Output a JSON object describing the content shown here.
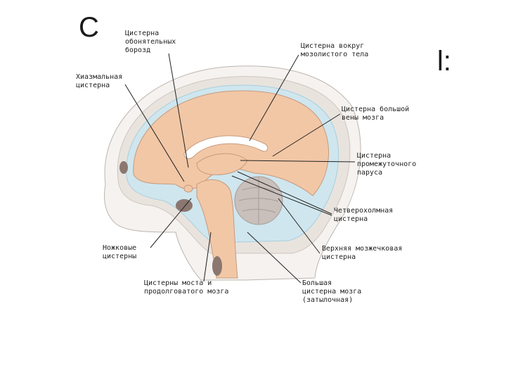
{
  "slide": {
    "title_fragment_left": "С",
    "title_fragment_right": "l:"
  },
  "labels": {
    "olfactory": [
      "Цистерна",
      "обонятельных",
      "борозд"
    ],
    "corpus_callosum": [
      "Цистерна вокруг",
      "мозолистого тела"
    ],
    "chiasmatic": [
      "Хиазмальная",
      "цистерна"
    ],
    "great_vein": [
      "Цистерна большой",
      "вены мозга"
    ],
    "velum": [
      "Цистерна",
      "промежуточного",
      "паруса"
    ],
    "quadrigeminal": [
      "Четверохолмная",
      "цистерна"
    ],
    "peduncular": [
      "Ножковые",
      "цистерны"
    ],
    "superior_cerebellar": [
      "Верхняя мозжечковая",
      "цистерна"
    ],
    "pons_medulla": [
      "Цистерны моста и",
      "продолговатого мозга"
    ],
    "magna": [
      "Большая",
      "цистерна мозга",
      "(затылочная)"
    ]
  },
  "colors": {
    "brain": "#f2c7a6",
    "brain_outline": "#c69a7c",
    "csf": "#cfe6ee",
    "skull": "#e9e3de",
    "skin": "#f5f2ef",
    "cerebellum": "#c9bfbb",
    "dark": "#8c7770",
    "leader": "#222222"
  }
}
